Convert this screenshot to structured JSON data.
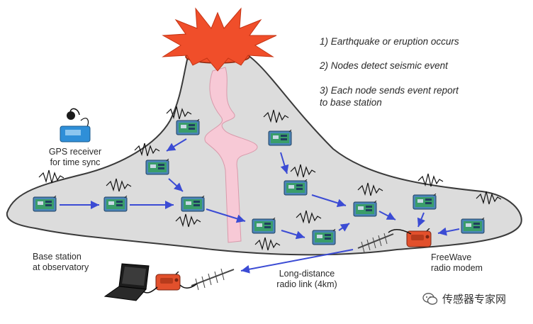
{
  "steps": [
    "1) Earthquake or eruption occurs",
    "2) Nodes detect seismic event",
    "3) Each node sends event report",
    "to base station"
  ],
  "labels": {
    "gps_line1": "GPS receiver",
    "gps_line2": "for time sync",
    "base_line1": "Base station",
    "base_line2": "at observatory",
    "link_line1": "Long-distance",
    "link_line2": "radio link (4km)",
    "modem_line1": "FreeWave",
    "modem_line2": "radio modem"
  },
  "watermark": {
    "text": "传感器专家网",
    "icon": "wechat-icon"
  },
  "colors": {
    "mountain": "#dcdcdc",
    "eruption": "#f04e2a",
    "magma": "#f7c9d6",
    "arrow": "#3b4bd4",
    "node": "#4b86b8",
    "modem": "#e2502c",
    "gps": "#2f8fd8"
  },
  "icons": [
    "seismic-node-icon",
    "gps-receiver-icon",
    "radio-modem-icon",
    "laptop-icon",
    "yagi-antenna-icon",
    "eruption-burst-icon"
  ]
}
